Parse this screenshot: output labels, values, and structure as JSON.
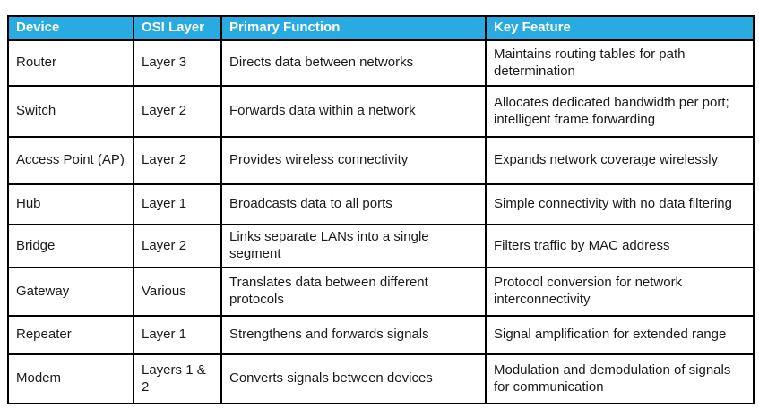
{
  "table": {
    "headers": [
      "Device",
      "OSI Layer",
      "Primary Function",
      "Key Feature"
    ],
    "rows": [
      {
        "device": "Router",
        "osi_layer": "Layer 3",
        "primary_function": "Directs data between networks",
        "key_feature": "Maintains routing tables for path determination"
      },
      {
        "device": "Switch",
        "osi_layer": "Layer 2",
        "primary_function": "Forwards data within a network",
        "key_feature": "Allocates dedicated bandwidth per port; intelligent frame forwarding"
      },
      {
        "device": "Access Point (AP)",
        "osi_layer": "Layer 2",
        "primary_function": "Provides wireless connectivity",
        "key_feature": "Expands network coverage wirelessly"
      },
      {
        "device": "Hub",
        "osi_layer": "Layer 1",
        "primary_function": "Broadcasts data to all ports",
        "key_feature": "Simple connectivity with no data filtering"
      },
      {
        "device": "Bridge",
        "osi_layer": "Layer 2",
        "primary_function": "Links separate LANs into a single segment",
        "key_feature": "Filters traffic by MAC address"
      },
      {
        "device": "Gateway",
        "osi_layer": "Various",
        "primary_function": "Translates data between different protocols",
        "key_feature": "Protocol conversion for network interconnectivity"
      },
      {
        "device": "Repeater",
        "osi_layer": "Layer 1",
        "primary_function": "Strengthens and forwards signals",
        "key_feature": "Signal amplification for extended range"
      },
      {
        "device": "Modem",
        "osi_layer": "Layers 1 & 2",
        "primary_function": "Converts signals between devices",
        "key_feature": "Modulation and demodulation of signals for communication"
      }
    ],
    "colors": {
      "header_bg": "#29ABE2",
      "header_text": "#FFFFFF",
      "border": "#000000",
      "body_text": "#1A1A1A"
    }
  }
}
